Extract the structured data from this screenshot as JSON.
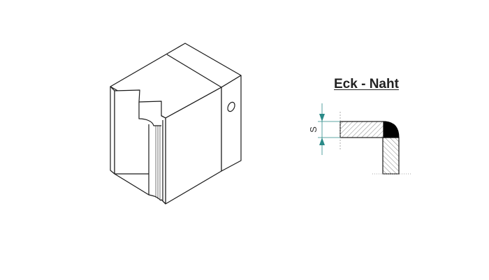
{
  "diagram": {
    "title": "Eck - Naht",
    "dimension_label": "S",
    "colors": {
      "line": "#1a1a1a",
      "hatch": "#555555",
      "weld": "#000000",
      "dimension": "#2a8a88",
      "background": "#ffffff"
    },
    "parts": {
      "isometric_block": "3D isometric view of corner-joined block with notch and bore hole",
      "section_view": "Corner weld cross-section with two hatched plates and filled weld seam"
    }
  }
}
